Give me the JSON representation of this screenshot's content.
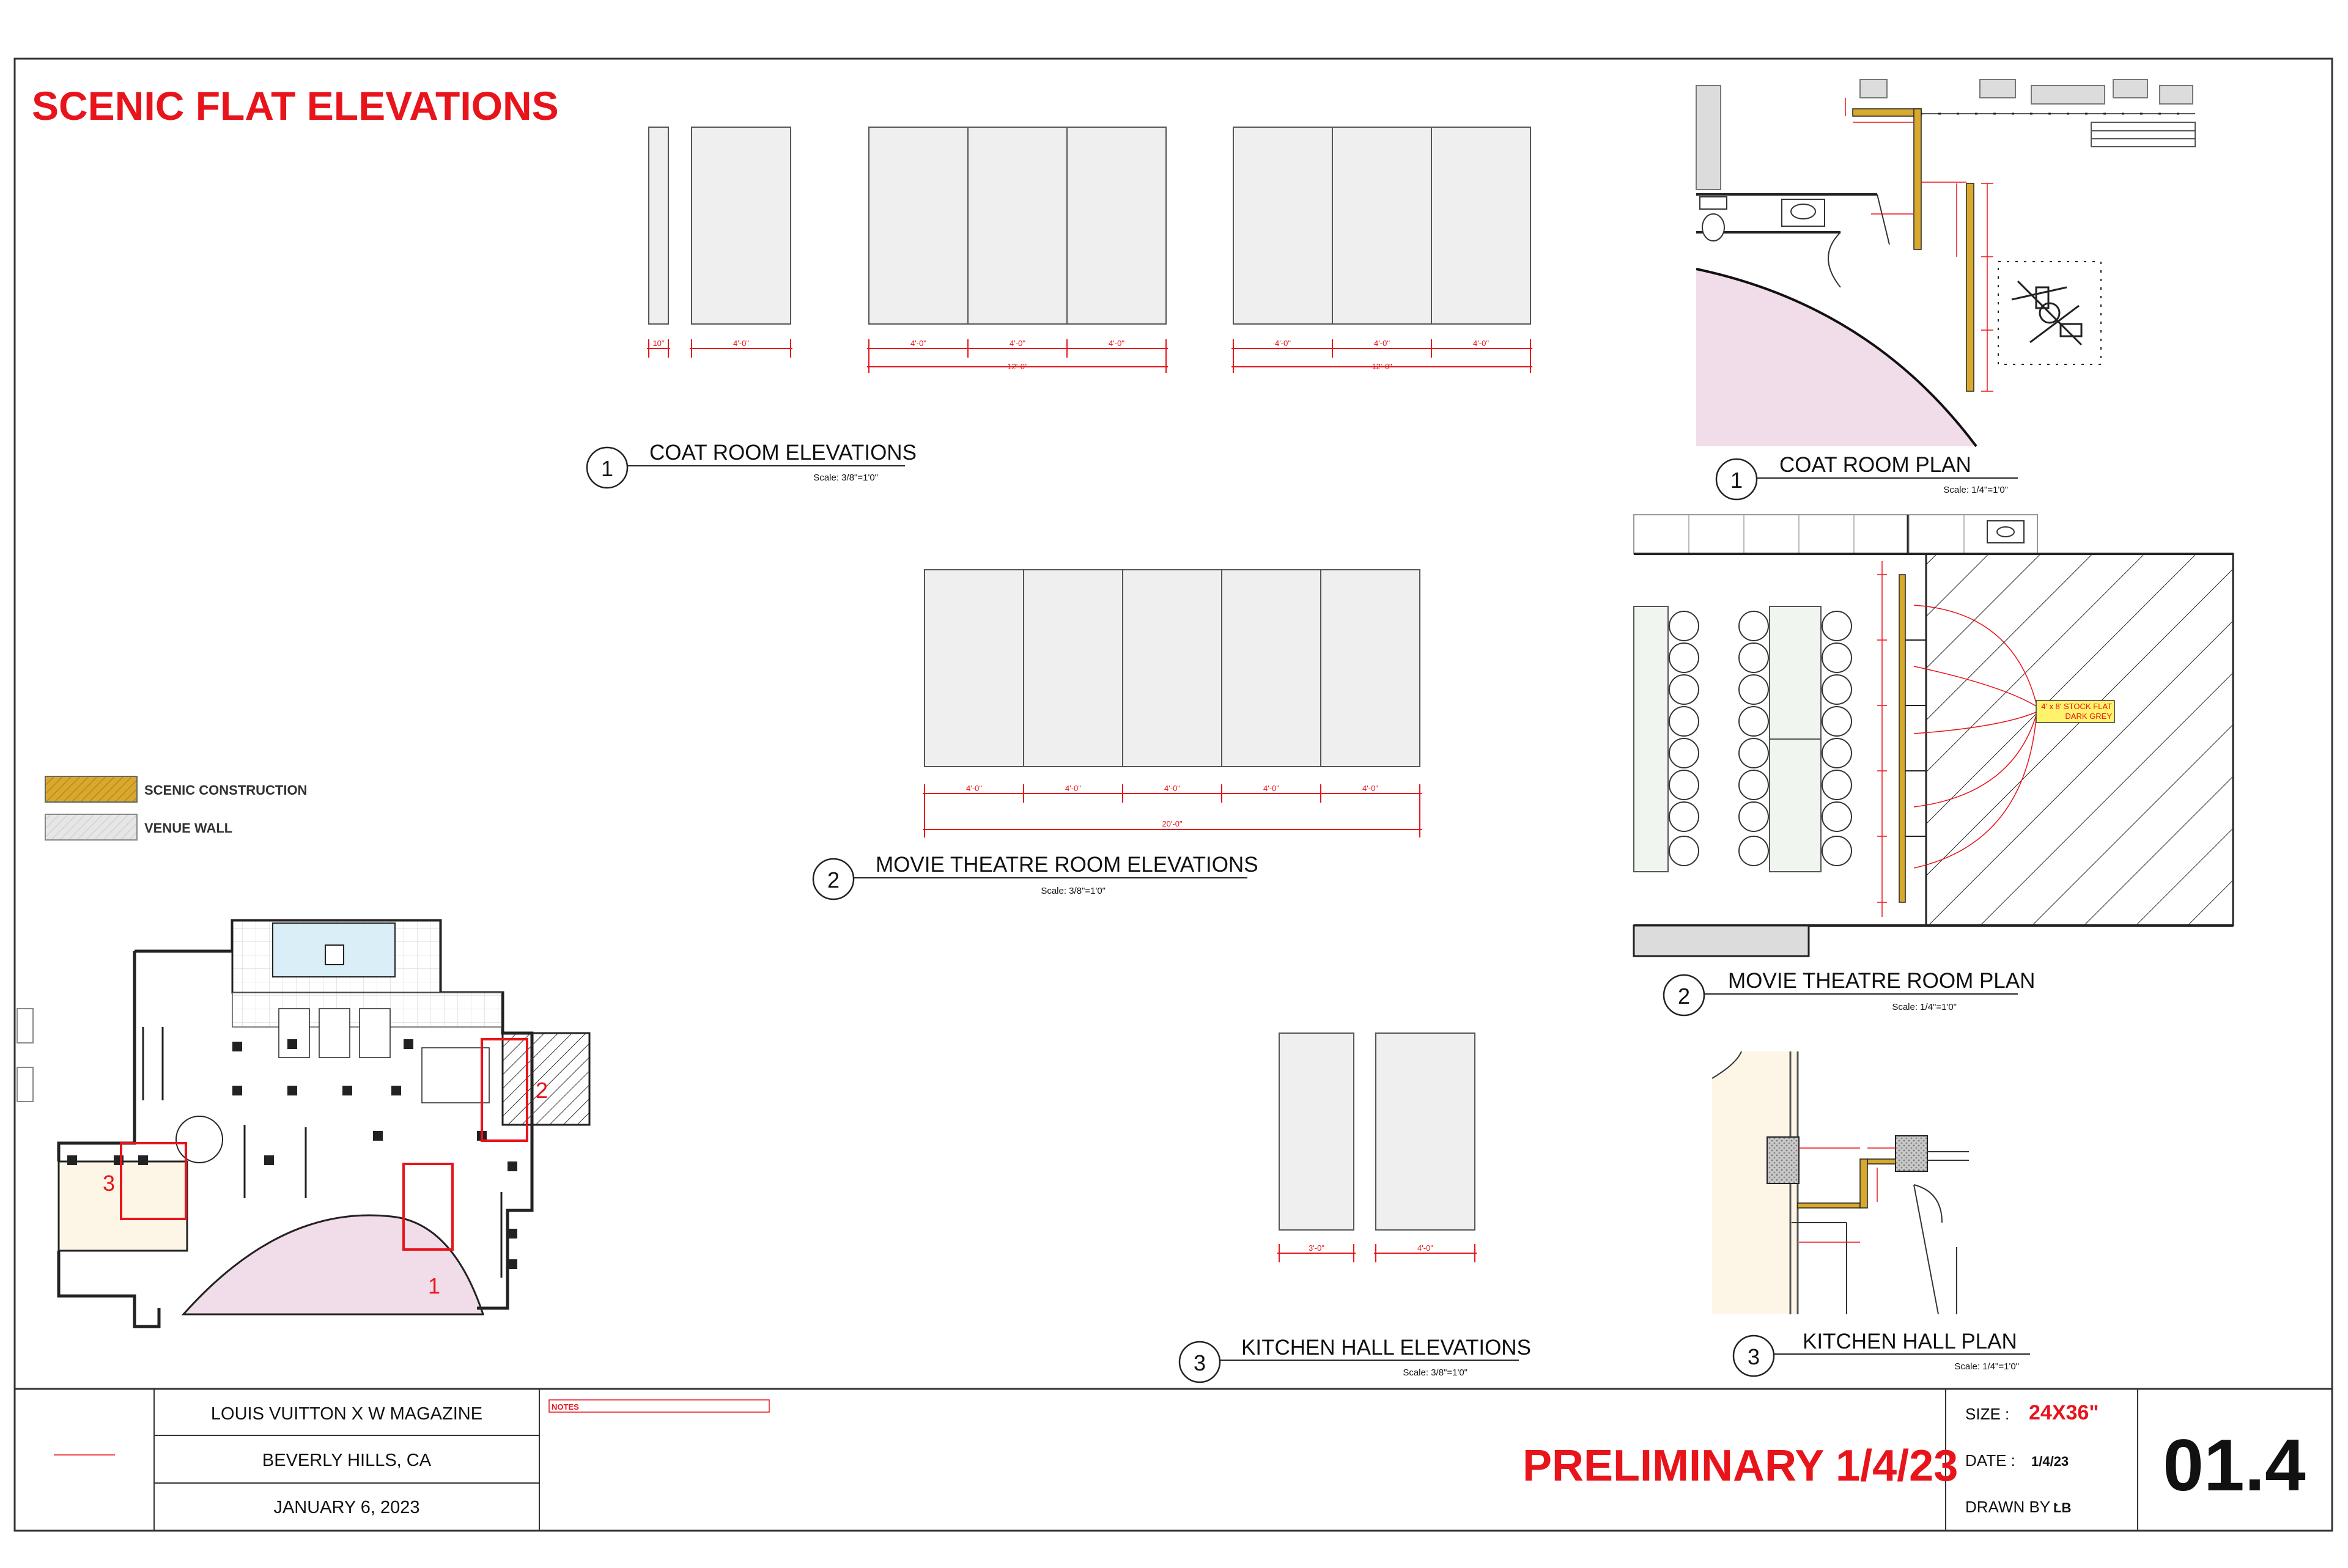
{
  "sheet_title": "SCENIC FLAT ELEVATIONS",
  "legend": {
    "scenic": "SCENIC CONSTRUCTION",
    "venue": "VENUE WALL",
    "scenic_color": "#d8a92e",
    "venue_color": "#e6e6e6"
  },
  "coat_elev": {
    "num": "1",
    "title": "COAT ROOM ELEVATIONS",
    "scale": "Scale: 3/8\"=1'0\"",
    "dims": [
      "10\"",
      "4'-0\"",
      "4'-0\"",
      "4'-0\"",
      "4'-0\"",
      "12'-0\"",
      "4'-0\"",
      "4'-0\"",
      "4'-0\"",
      "12'-0\""
    ]
  },
  "movie_elev": {
    "num": "2",
    "title": "MOVIE THEATRE ROOM ELEVATIONS",
    "scale": "Scale: 3/8\"=1'0\"",
    "dims": [
      "4'-0\"",
      "4'-0\"",
      "4'-0\"",
      "4'-0\"",
      "4'-0\"",
      "20'-0\""
    ]
  },
  "kitchen_elev": {
    "num": "3",
    "title": "KITCHEN HALL ELEVATIONS",
    "scale": "Scale: 3/8\"=1'0\"",
    "dims": [
      "3'-0\"",
      "4'-0\""
    ]
  },
  "coat_plan": {
    "num": "1",
    "title": "COAT ROOM PLAN",
    "scale": "Scale: 1/4\"=1'0\""
  },
  "movie_plan": {
    "num": "2",
    "title": "MOVIE THEATRE ROOM PLAN",
    "scale": "Scale: 1/4\"=1'0\"",
    "callout_line1": "4' x 8' STOCK FLAT",
    "callout_line2": "DARK GREY"
  },
  "kitchen_plan": {
    "num": "3",
    "title": "KITCHEN HALL PLAN",
    "scale": "Scale: 1/4\"=1'0\""
  },
  "key_plan": {
    "markers": [
      "1",
      "2",
      "3"
    ]
  },
  "title_block": {
    "client": "LOUIS VUITTON X W MAGAZINE",
    "location": "BEVERLY HILLS, CA",
    "date_line": "JANUARY 6, 2023",
    "notes": "NOTES",
    "status": "PRELIMINARY 1/4/23",
    "size_label": "SIZE :",
    "size_value": "24X36\"",
    "date_label": "DATE :",
    "date_value": "1/4/23",
    "drawn_label": "DRAWN BY :",
    "drawn_value": "LB",
    "sheet_no": "01.4"
  }
}
